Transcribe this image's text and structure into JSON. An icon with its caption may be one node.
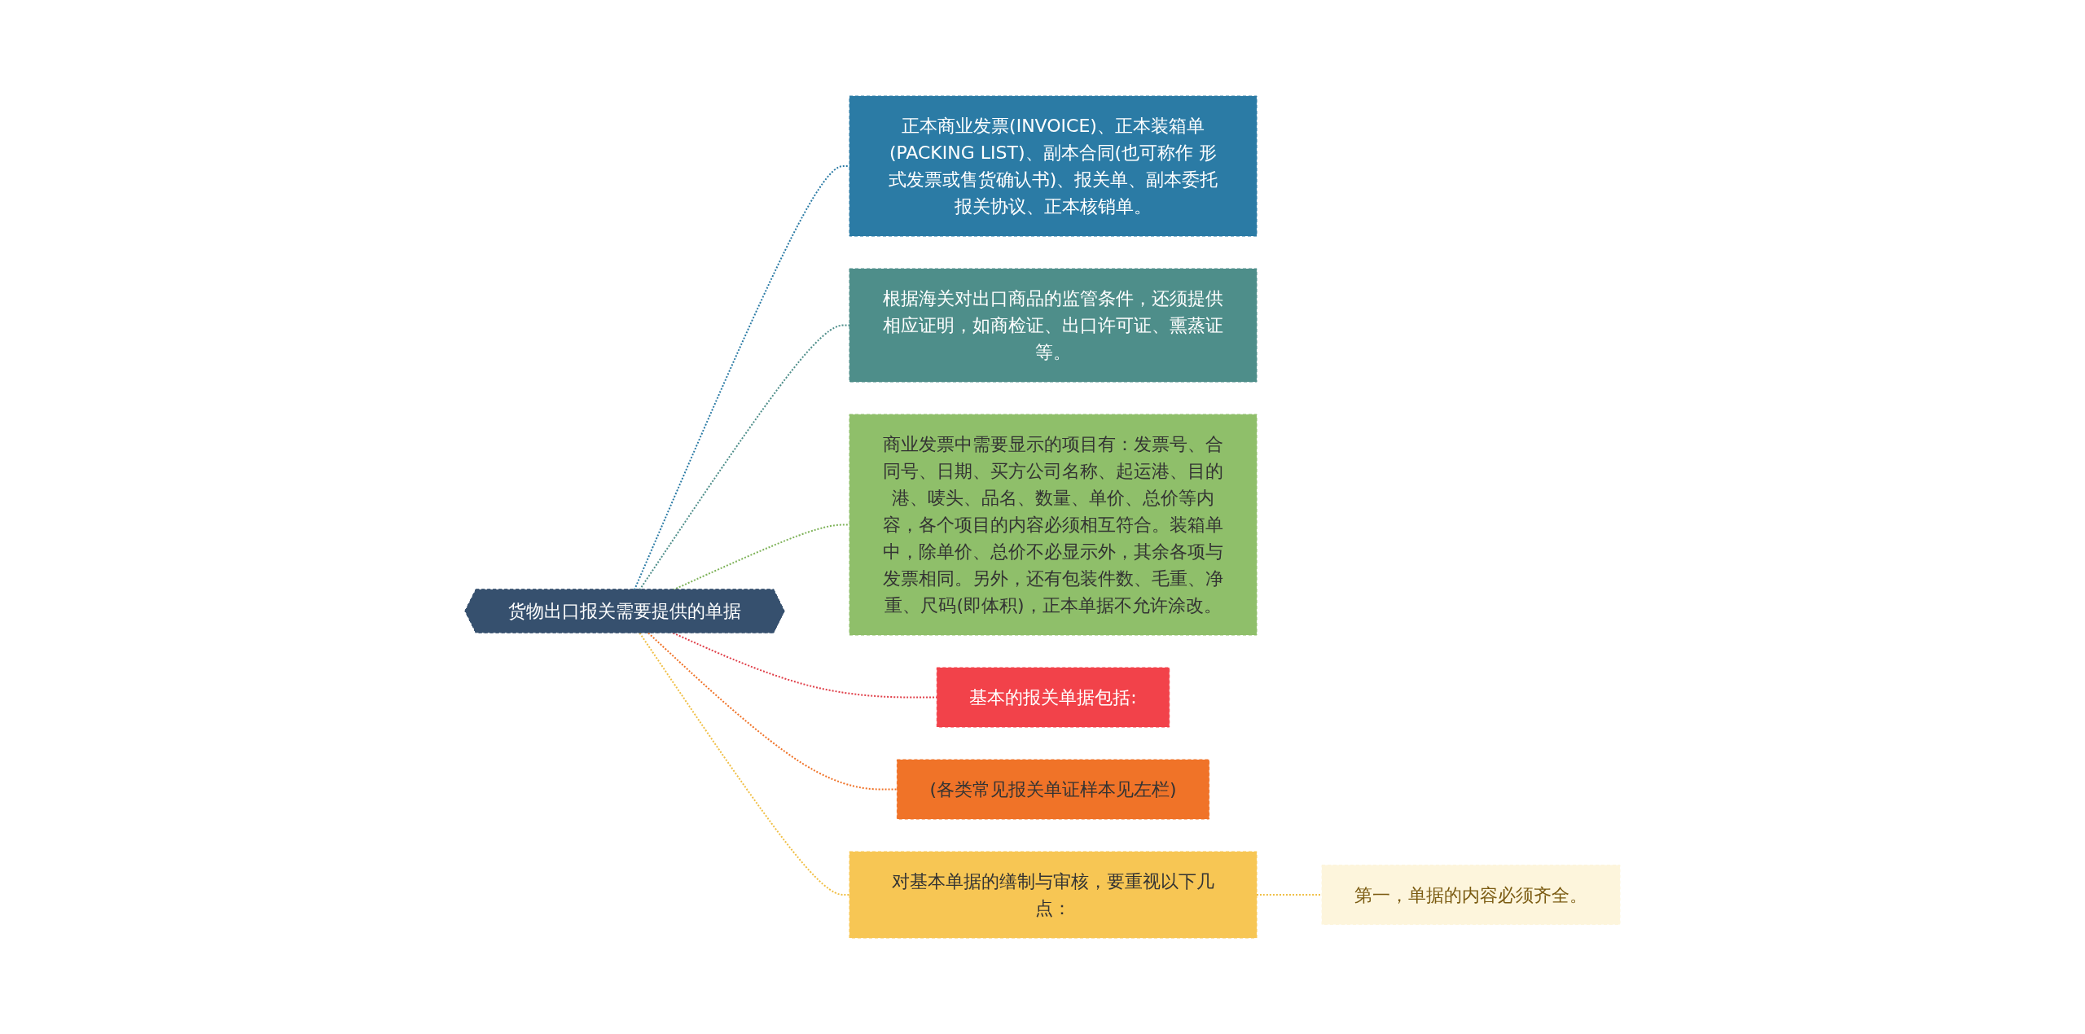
{
  "diagram": {
    "nodes": [
      {
        "text": [
          "货物出口报关需要提供的单据"
        ]
      },
      {
        "text": [
          "正本商业发票(INVOICE)、正本装箱单(PACKING LIST)、副本合同(也可称作 形式发票或售货确认书)、报关单、副本委托报关协议、正本核销单。"
        ]
      },
      {
        "text": [
          "根据海关对出口商品的监管条件，还须提供相应证明，如商检证、出口许可证、熏蒸证等。"
        ]
      },
      {
        "text": [
          "商业发票中需要显示的项目有：发票号、合同号、日期、买方公司名称、起运港、目的港、唛头、品名、数量、单价、总价等内容，各个项目的内容必须相互符合。装箱单中，除单价、总价不必显示外，其余各项与发票相同。另外，还有包装件数、毛重、净重、尺码(即体积)，正本单据不允许涂改。"
        ]
      },
      {
        "text": [
          "基本的报关单据包括:"
        ]
      },
      {
        "text": [
          "(各类常见报关单证样本见左栏)"
        ]
      },
      {
        "text": [
          "对基本单据的缮制与审核，要重视以下几点："
        ]
      },
      {
        "text": [
          "第一，单据的内容必须齐全。"
        ]
      }
    ],
    "edges": [
      {
        "from": 0,
        "to": 1,
        "arrow": "none",
        "style": "dashed",
        "color": "#2b7ba5"
      },
      {
        "from": 0,
        "to": 2,
        "arrow": "none",
        "style": "dashed",
        "color": "#4e8e8a"
      },
      {
        "from": 0,
        "to": 3,
        "arrow": "none",
        "style": "dashed",
        "color": "#7fb35a"
      },
      {
        "from": 0,
        "to": 4,
        "arrow": "none",
        "style": "dashed",
        "color": "#e0404a"
      },
      {
        "from": 0,
        "to": 5,
        "arrow": "none",
        "style": "dashed",
        "color": "#f07328"
      },
      {
        "from": 0,
        "to": 6,
        "arrow": "none",
        "style": "dashed",
        "color": "#f0bf45"
      },
      {
        "from": 6,
        "to": 7,
        "arrow": "none",
        "style": "dashed",
        "color": "#f0bf45"
      }
    ]
  }
}
